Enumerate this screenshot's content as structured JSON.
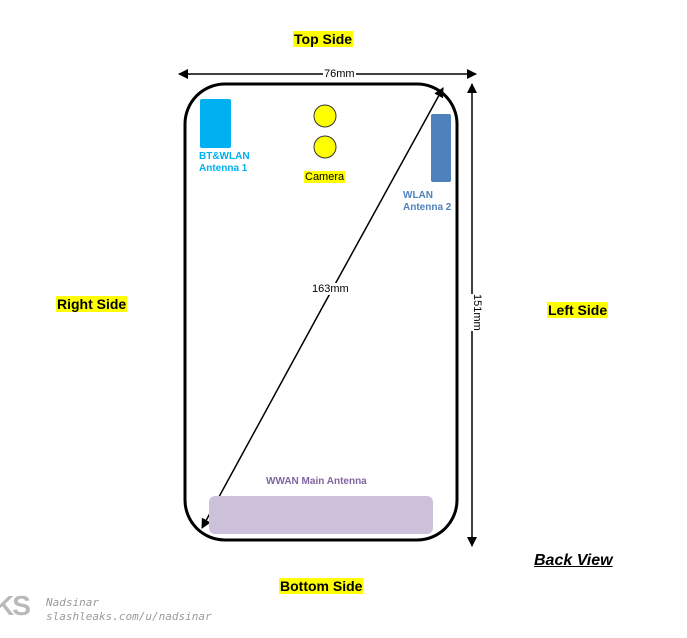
{
  "diagram": {
    "sides": {
      "top": "Top Side",
      "bottom": "Bottom Side",
      "left": "Left Side",
      "right": "Right Side"
    },
    "view_label": "Back View",
    "dimensions": {
      "width": "76mm",
      "height": "151mm",
      "diagonal": "163mm"
    },
    "components": {
      "antenna1": {
        "line1": "BT&WLAN",
        "line2": "Antenna 1",
        "color": "#00b0f0"
      },
      "antenna2": {
        "line1": "WLAN",
        "line2": "Antenna 2",
        "color": "#4f81bd"
      },
      "camera": {
        "label": "Camera",
        "color": "#ffff00"
      },
      "wwan": {
        "label": "WWAN Main Antenna",
        "color": "#ccc0da",
        "text_color": "#8064a2"
      }
    },
    "watermark": {
      "logo": "KS",
      "user": "Nadsinar",
      "url": "slashleaks.com/u/nadsinar"
    }
  }
}
